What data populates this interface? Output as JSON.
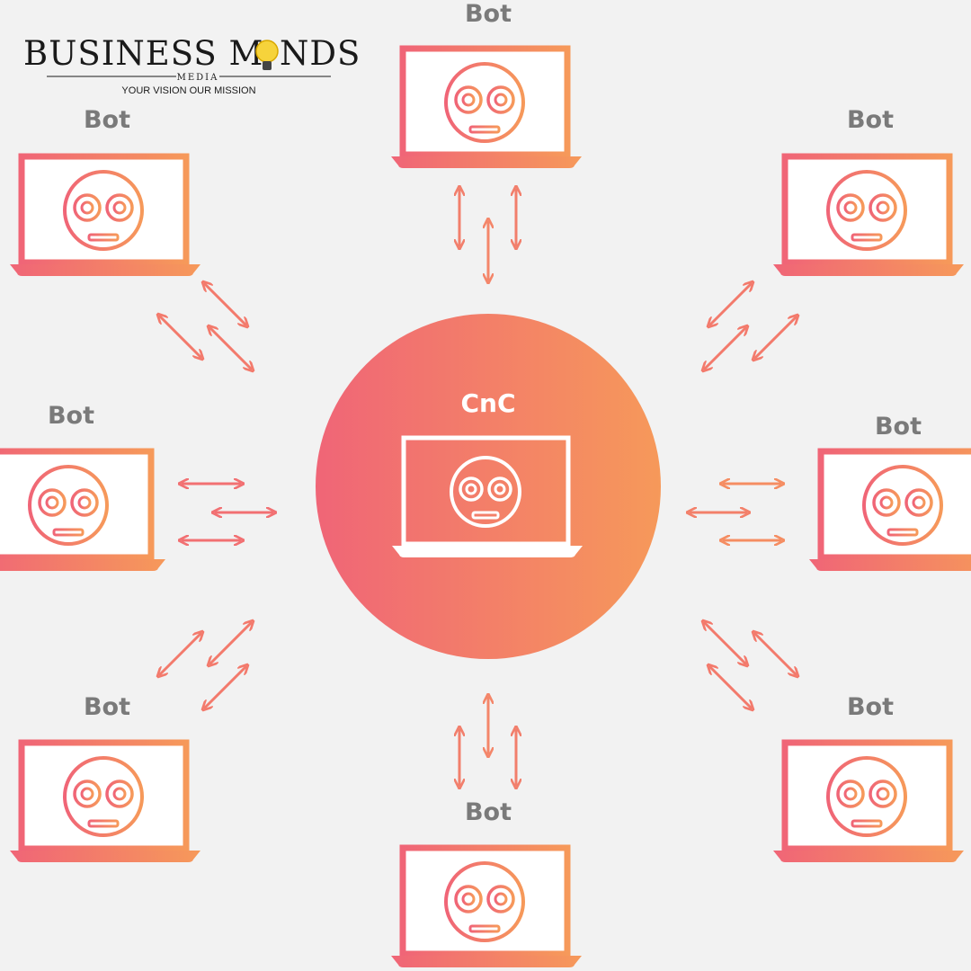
{
  "logo": {
    "left_text": "BUSINESS M",
    "right_text": "NDS",
    "sub_text": "MEDIA",
    "tagline": "YOUR VISION OUR MISSION",
    "bulb_color": "#f6d33b"
  },
  "center": {
    "label": "CnC"
  },
  "nodes": [
    {
      "id": "top",
      "label": "Bot"
    },
    {
      "id": "top-left",
      "label": "Bot"
    },
    {
      "id": "top-right",
      "label": "Bot"
    },
    {
      "id": "left",
      "label": "Bot"
    },
    {
      "id": "right",
      "label": "Bot"
    },
    {
      "id": "bottom-left",
      "label": "Bot"
    },
    {
      "id": "bottom-right",
      "label": "Bot"
    },
    {
      "id": "bottom",
      "label": "Bot"
    }
  ],
  "colors": {
    "gradient_start": "#f06577",
    "gradient_end": "#f6995a",
    "background": "#f2f2f2",
    "label_gray": "#7a7a7a"
  }
}
